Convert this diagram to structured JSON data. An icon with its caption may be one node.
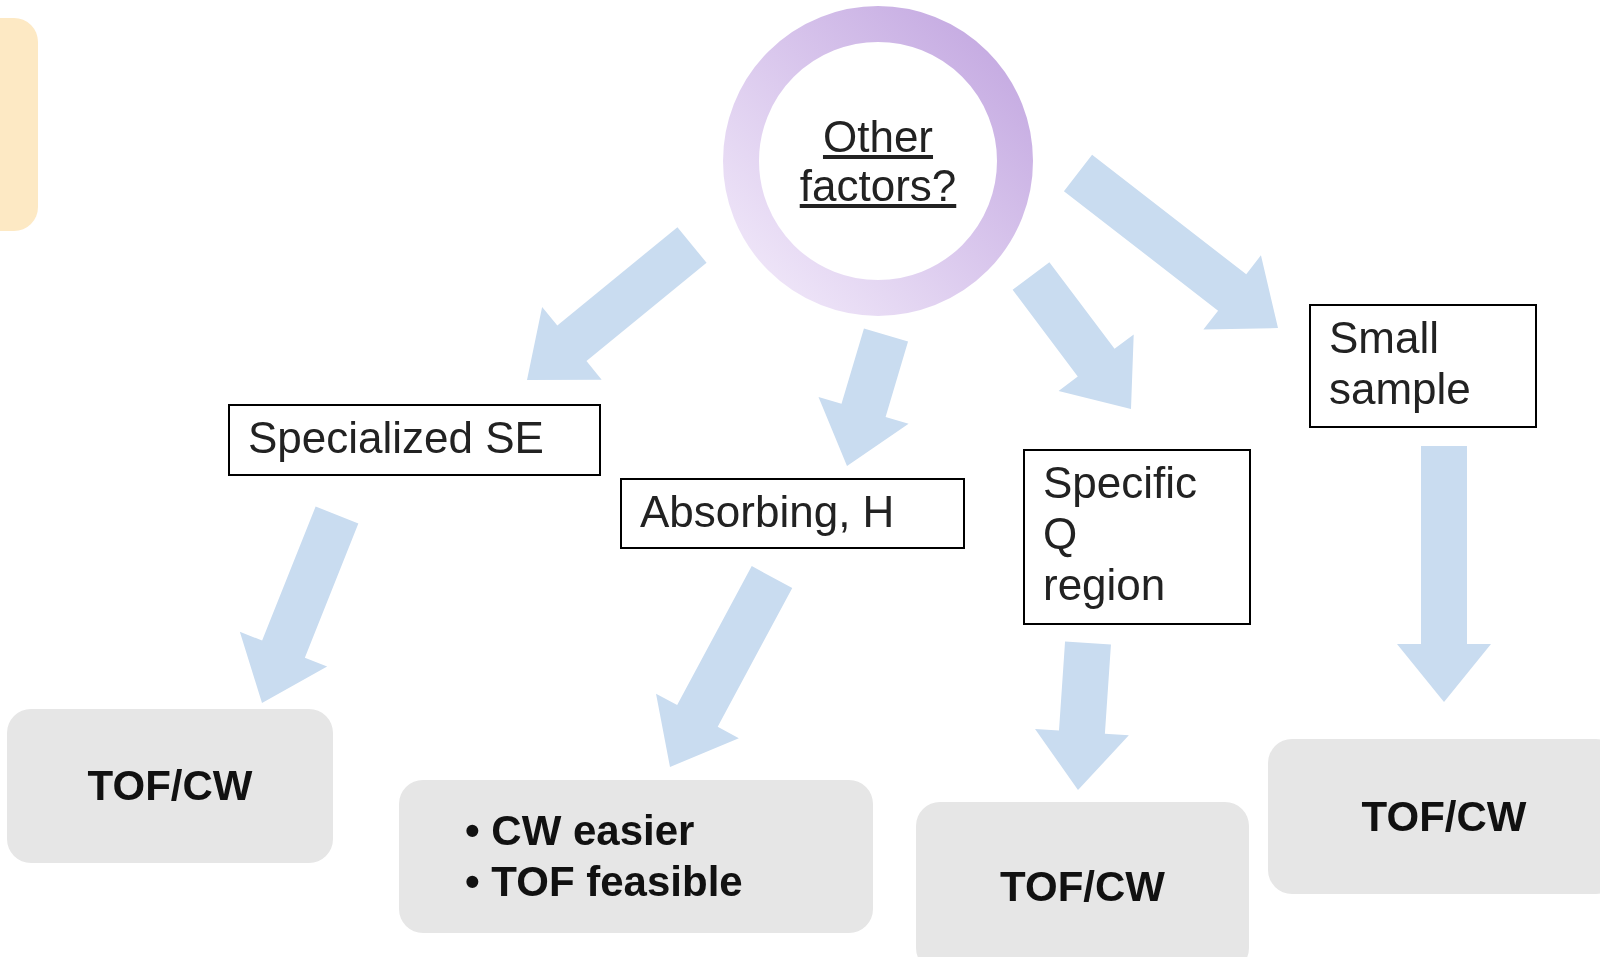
{
  "diagram": {
    "nodes": [
      {
        "text": [
          "Other factors?"
        ]
      },
      {
        "text": [
          "Specialized SE"
        ]
      },
      {
        "text": [
          "Absorbing, H"
        ]
      },
      {
        "text": [
          "Specific Q region"
        ]
      },
      {
        "text": [
          "Small sample"
        ]
      },
      {
        "text": [
          "TOF/CW"
        ]
      },
      {
        "text": [
          "• CW easier",
          "• TOF feasible"
        ]
      },
      {
        "text": [
          "TOF/CW"
        ]
      },
      {
        "text": [
          "TOF/CW"
        ]
      },
      {
        "text": [],
        "shape": "box"
      }
    ],
    "edges": [
      {
        "from": 0,
        "to": 1,
        "arrow": "to"
      },
      {
        "from": 0,
        "to": 2,
        "arrow": "to"
      },
      {
        "from": 0,
        "to": 3,
        "arrow": "to"
      },
      {
        "from": 0,
        "to": 4,
        "arrow": "to"
      },
      {
        "from": 1,
        "to": 5,
        "arrow": "to"
      },
      {
        "from": 2,
        "to": 6,
        "arrow": "to"
      },
      {
        "from": 3,
        "to": 7,
        "arrow": "to"
      },
      {
        "from": 4,
        "to": 8,
        "arrow": "to"
      }
    ]
  }
}
